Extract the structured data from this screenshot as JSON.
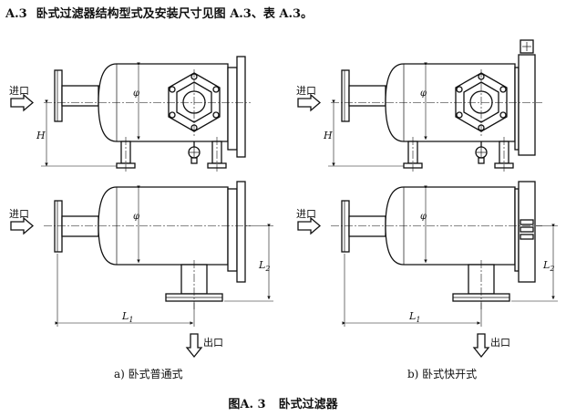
{
  "heading": {
    "number": "A.3",
    "text": "卧式过滤器结构型式及安装尺寸见图 A.3、表 A.3。"
  },
  "labels": {
    "inlet": "进口",
    "outlet": "出口",
    "phi": "φ",
    "H": "H",
    "L1": "L",
    "L1_sub": "1",
    "L2": "L",
    "L2_sub": "2"
  },
  "captions": {
    "a": "a) 卧式普通式",
    "b": "b) 卧式快开式"
  },
  "figure": {
    "number": "图A. 3",
    "title": "卧式过滤器"
  }
}
